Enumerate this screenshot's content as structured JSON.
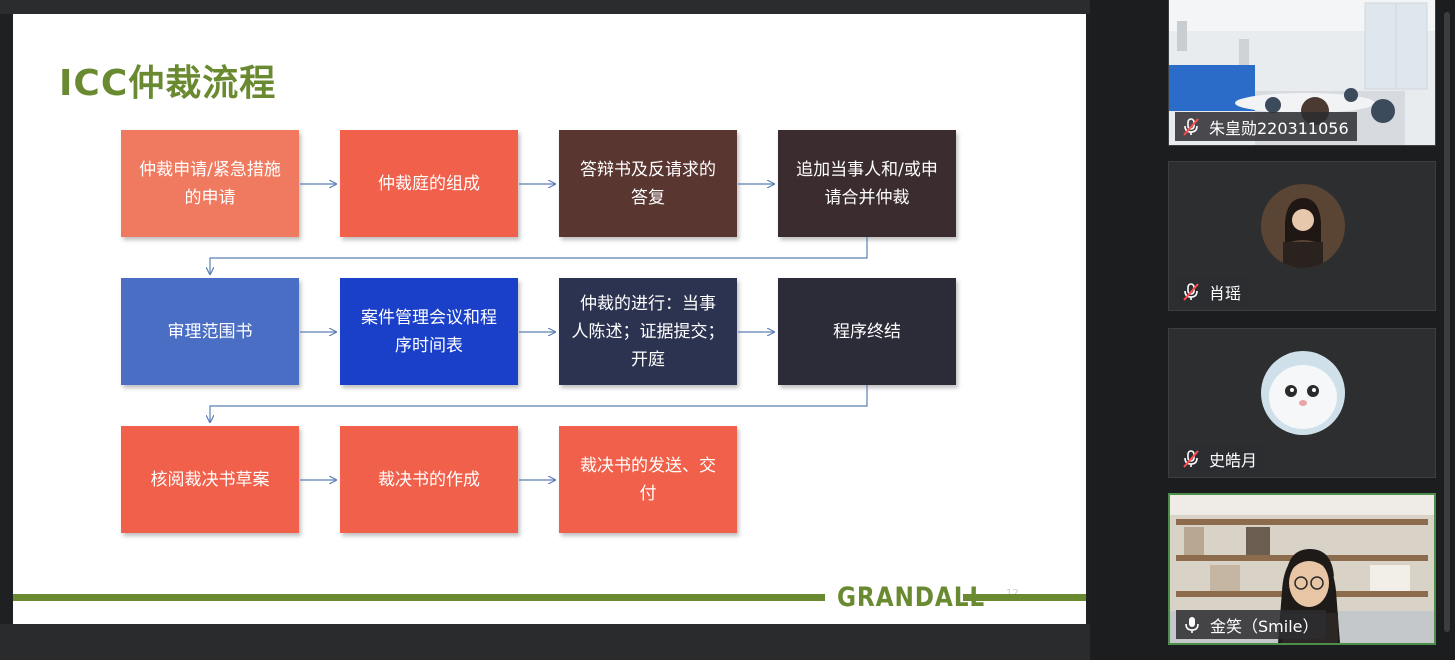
{
  "slide": {
    "title": "ICC仲裁流程",
    "logo_text": "GRANDALL",
    "page_number": "12",
    "accent_color": "#6a8a32",
    "boxes": [
      {
        "label": "仲裁申请/紧急措施\n的申请",
        "color": "#f07a5f"
      },
      {
        "label": "仲裁庭的组成",
        "color": "#f0604a"
      },
      {
        "label": "答辩书及反请求的\n答复",
        "color": "#5a3631"
      },
      {
        "label": "追加当事人和/或申\n请合并仲裁",
        "color": "#3b2c2f"
      },
      {
        "label": "审理范围书",
        "color": "#4a6ec4"
      },
      {
        "label": "案件管理会议和程\n序时间表",
        "color": "#1a3fc8"
      },
      {
        "label": "仲裁的进行：当事\n人陈述；证据提交；\n开庭",
        "color": "#2c3350"
      },
      {
        "label": "程序终结",
        "color": "#2c2b38"
      },
      {
        "label": "核阅裁决书草案",
        "color": "#f0604a"
      },
      {
        "label": "裁决书的作成",
        "color": "#f0604a"
      },
      {
        "label": "裁决书的发送、交\n付",
        "color": "#f0604a"
      }
    ]
  },
  "participants": [
    {
      "name": "朱皇勋220311056",
      "muted": true,
      "icon": "mic-muted-icon"
    },
    {
      "name": "肖瑶",
      "muted": true,
      "icon": "mic-muted-icon"
    },
    {
      "name": "史皓月",
      "muted": true,
      "icon": "mic-muted-icon"
    },
    {
      "name": "金笑（Smile）",
      "muted": false,
      "icon": "mic-icon",
      "active": true
    }
  ]
}
